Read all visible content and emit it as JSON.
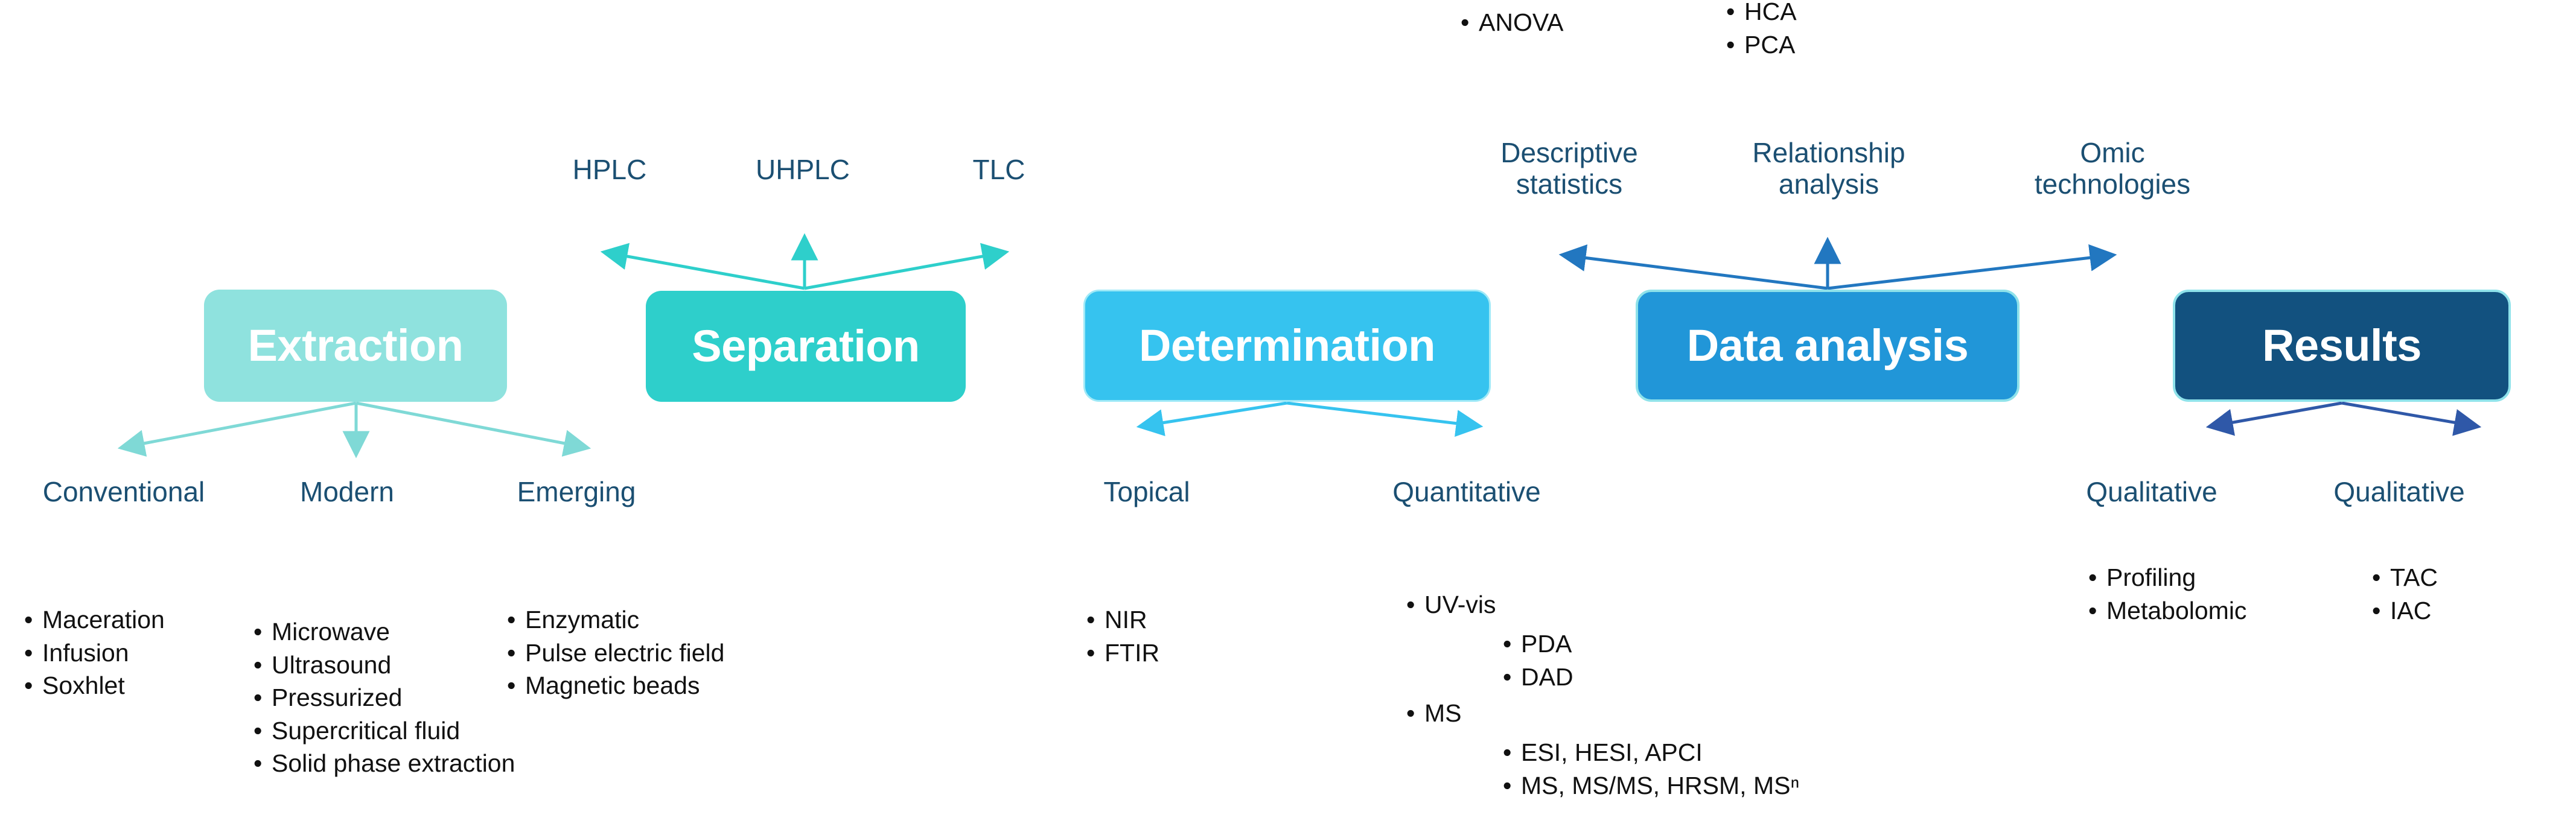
{
  "stages": [
    {
      "id": "extraction",
      "label": "Extraction",
      "color": "#8fe2de"
    },
    {
      "id": "separation",
      "label": "Separation",
      "color": "#2ecfcb"
    },
    {
      "id": "determination",
      "label": "Determination",
      "color": "#36c3ef"
    },
    {
      "id": "data-analysis",
      "label": "Data analysis",
      "color": "#2196d8"
    },
    {
      "id": "results",
      "label": "Results",
      "color": "#12517f"
    }
  ],
  "categories": {
    "extraction": [
      {
        "label": "Conventional"
      },
      {
        "label": "Modern"
      },
      {
        "label": "Emerging"
      }
    ],
    "separation": [
      {
        "label": "HPLC"
      },
      {
        "label": "UHPLC"
      },
      {
        "label": "TLC"
      }
    ],
    "determination": [
      {
        "label": "Topical"
      },
      {
        "label": "Quantitative"
      }
    ],
    "data_analysis": [
      {
        "line1": "Descriptive",
        "line2": "statistics"
      },
      {
        "line1": "Relationship",
        "line2": "analysis"
      },
      {
        "line1": "Omic",
        "line2": "technologies"
      }
    ],
    "results": [
      {
        "label": "Qualitative"
      },
      {
        "label": "Qualitative"
      }
    ]
  },
  "lists": {
    "conventional": [
      "Maceration",
      "Infusion",
      "Soxhlet"
    ],
    "modern": [
      "Microwave",
      "Ultrasound",
      "Pressurized",
      "Supercritical fluid",
      "Solid phase extraction"
    ],
    "emerging": [
      "Enzymatic",
      "Pulse electric field",
      "Magnetic beads"
    ],
    "topical": [
      "NIR",
      "FTIR"
    ],
    "quantitative_uvvis": [
      "UV-vis"
    ],
    "quantitative_uvvis_sub": [
      "PDA",
      "DAD"
    ],
    "quantitative_ms": [
      "MS"
    ],
    "quantitative_ms_sub": [
      "ESI, HESI, APCI",
      "MS, MS/MS, HRSM, MSⁿ"
    ],
    "descriptive_statistics": [
      "ANOVA"
    ],
    "relationship_analysis": [
      "HCA",
      "PCA"
    ],
    "results_qualitative_left": [
      "Profiling",
      "Metabolomic"
    ],
    "results_qualitative_right": [
      "TAC",
      "IAC"
    ]
  },
  "bullet_glyph": "•",
  "colors": {
    "extraction_arrow": "#7fd9d6",
    "separation_arrow": "#2ecfcb",
    "determination_arrow": "#36c3ef",
    "data_analysis_arrow": "#2277c0",
    "results_arrow": "#2f58a8",
    "category_text": "#1b4f72",
    "list_text": "#111111",
    "background": "#ffffff"
  }
}
